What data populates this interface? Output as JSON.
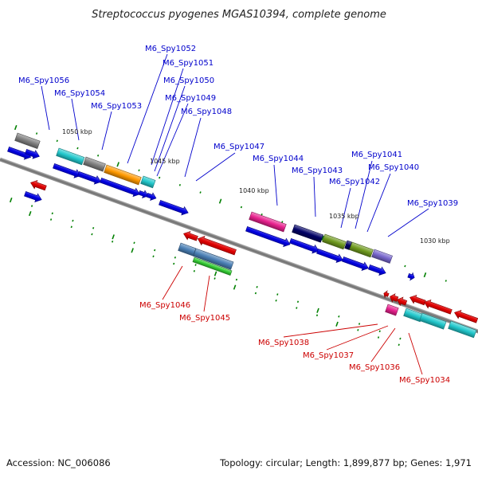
{
  "title": "Streptococcus pyogenes MGAS10394, complete genome",
  "footer": {
    "accession": "Accession: NC_006086",
    "topology": "Topology: circular; Length: 1,899,877 bp; Genes: 1,971"
  },
  "kbp_labels": [
    "1050 kbp",
    "1045 kbp",
    "1040 kbp",
    "1035 kbp",
    "1030 kbp"
  ],
  "labels_forward": [
    "M6_Spy1056",
    "M6_Spy1054",
    "M6_Spy1053",
    "M6_Spy1052",
    "M6_Spy1051",
    "M6_Spy1050",
    "M6_Spy1049",
    "M6_Spy1048",
    "M6_Spy1047",
    "M6_Spy1044",
    "M6_Spy1043",
    "M6_Spy1042",
    "M6_Spy1041",
    "M6_Spy1040",
    "M6_Spy1039"
  ],
  "labels_reverse": [
    "M6_Spy1046",
    "M6_Spy1045",
    "M6_Spy1038",
    "M6_Spy1037",
    "M6_Spy1036",
    "M6_Spy1034"
  ],
  "colors": {
    "forward_label": "#0000cc",
    "reverse_label": "#cc0000",
    "backbone": "#808080",
    "cds_blue": "#0000e0",
    "cds_red": "#e00000",
    "tick_green": "#008000",
    "cyan": "#22c8cc",
    "orange": "#ff9900",
    "navy": "#000066",
    "olive": "#6f9a1e",
    "purple": "#7766cc",
    "magenta": "#e8218e",
    "steel": "#4a7fb5",
    "green": "#33cc33"
  }
}
